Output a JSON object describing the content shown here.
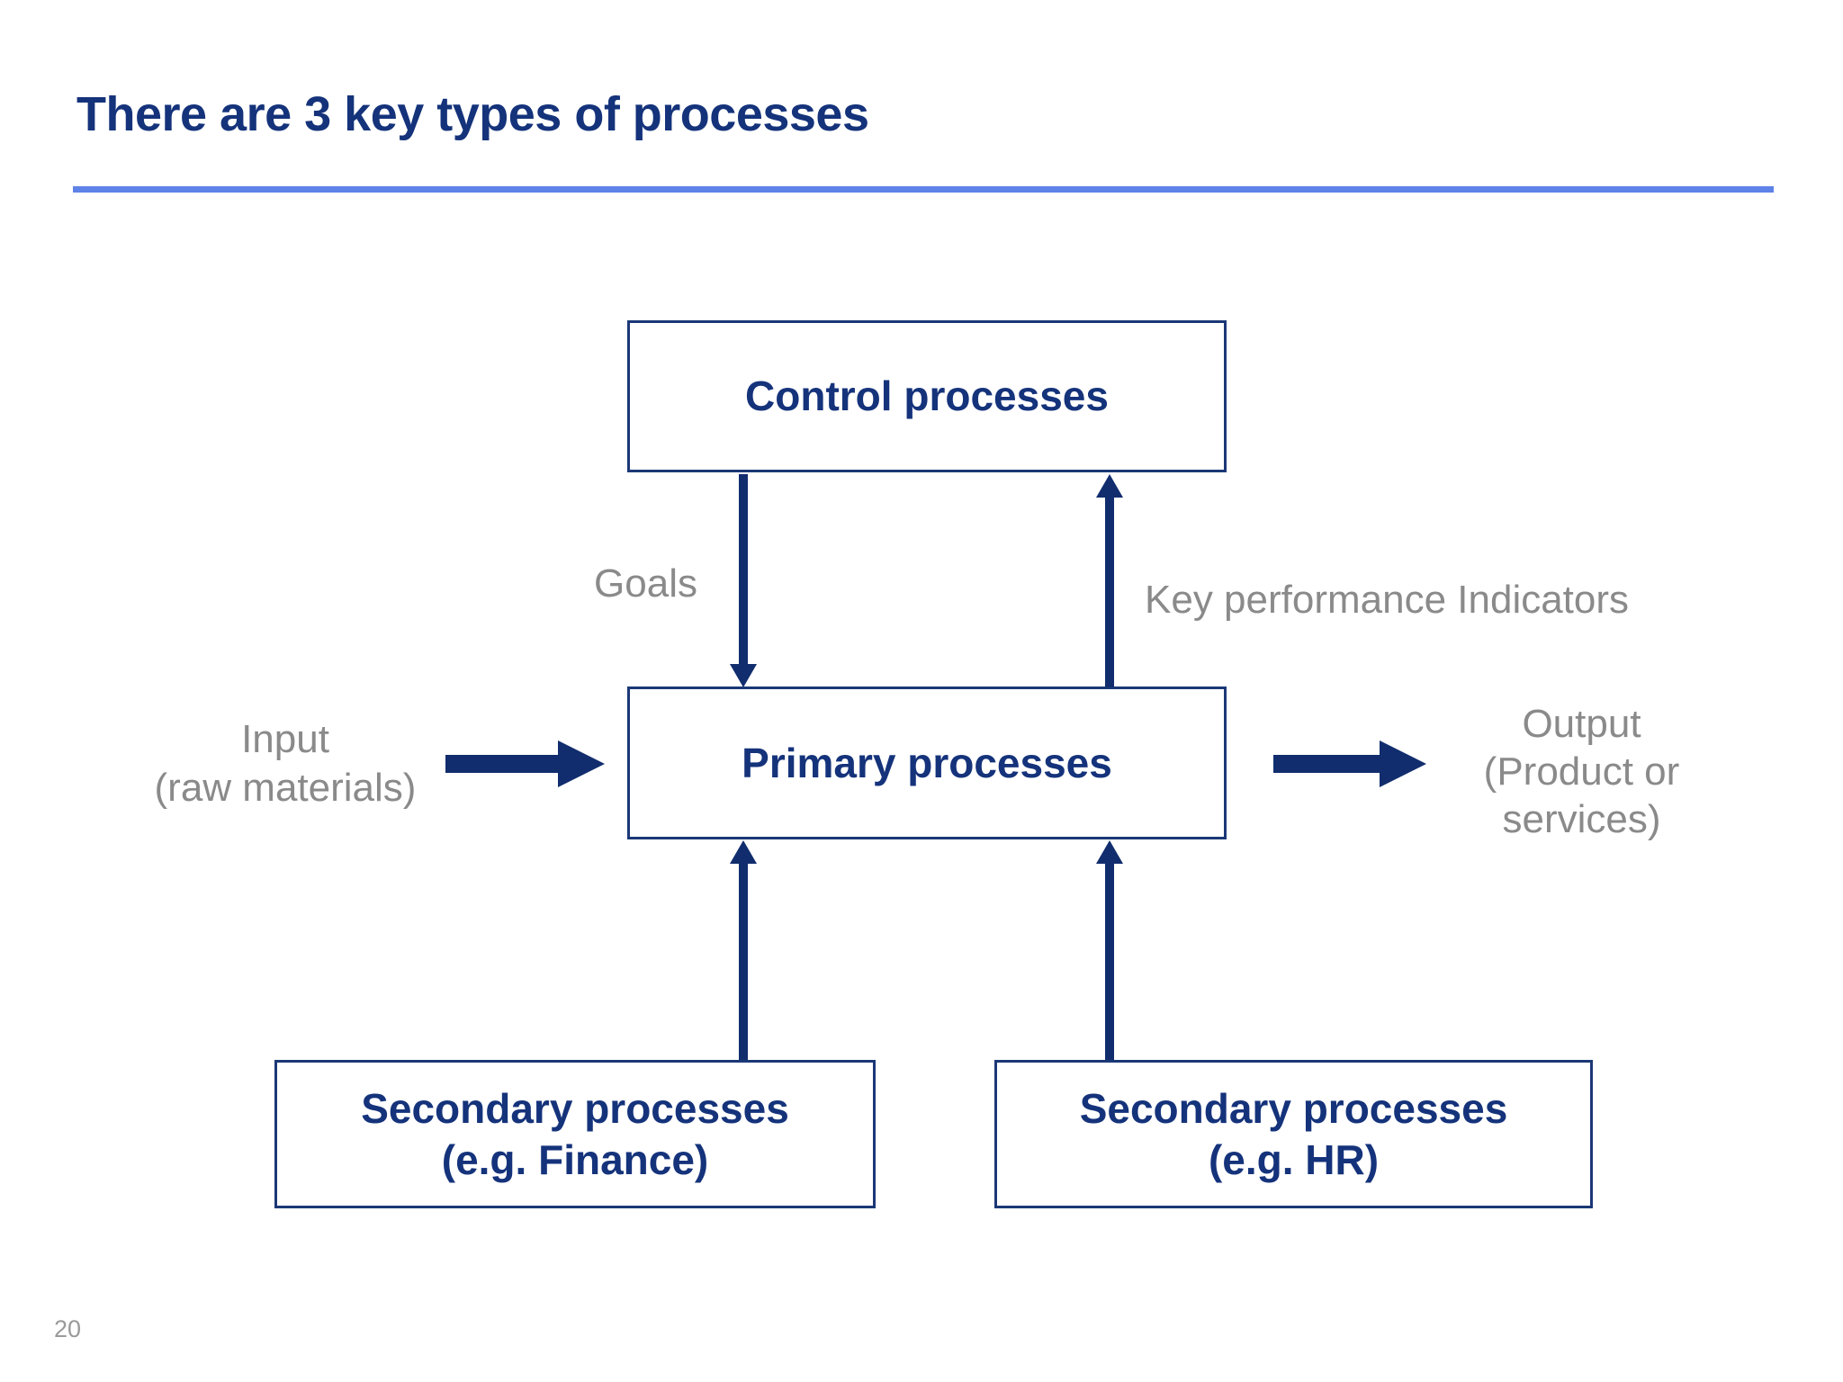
{
  "slide": {
    "title": "There are 3 key types of processes",
    "page_number": "20"
  },
  "diagram": {
    "boxes": {
      "control": {
        "label": "Control processes"
      },
      "primary": {
        "label": "Primary processes"
      },
      "secondary_finance": {
        "line1": "Secondary processes",
        "line2": "(e.g. Finance)"
      },
      "secondary_hr": {
        "line1": "Secondary processes",
        "line2": "(e.g. HR)"
      }
    },
    "labels": {
      "goals": "Goals",
      "kpi": "Key performance Indicators",
      "input": {
        "line1": "Input",
        "line2": "(raw materials)"
      },
      "output": {
        "line1": "Output",
        "line2": "(Product or",
        "line3": "services)"
      }
    },
    "colors": {
      "navy": "#112d6e",
      "navy_text": "#15337b",
      "border_navy": "#1b3876",
      "rule_blue": "#5e82e8",
      "label_gray": "#8a8a8a",
      "page_gray": "#9a9a9a",
      "background": "#ffffff"
    }
  }
}
